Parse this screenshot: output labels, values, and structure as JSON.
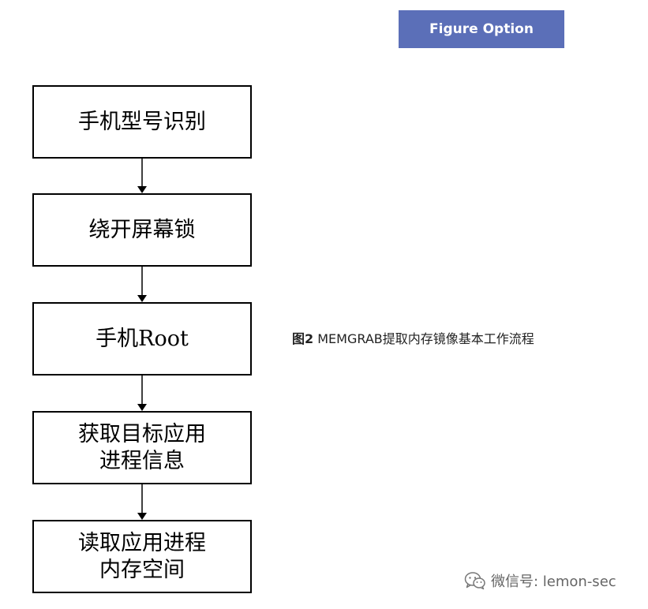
{
  "header": {
    "figure_option_label": "Figure Option"
  },
  "flowchart": {
    "steps": [
      {
        "lines": [
          "手机型号识别"
        ]
      },
      {
        "lines": [
          "绕开屏幕锁"
        ]
      },
      {
        "lines": [
          "手机Root"
        ]
      },
      {
        "lines": [
          "获取目标应用",
          "进程信息"
        ]
      },
      {
        "lines": [
          "读取应用进程",
          "内存空间"
        ]
      }
    ]
  },
  "caption": {
    "figure_number": "图2",
    "text": " MEMGRAB提取内存镜像基本工作流程"
  },
  "watermark": {
    "icon": "wechat-icon",
    "text": "微信号: lemon-sec"
  },
  "colors": {
    "button_bg": "#5b6fb8",
    "button_text": "#ffffff",
    "box_border": "#000000"
  }
}
